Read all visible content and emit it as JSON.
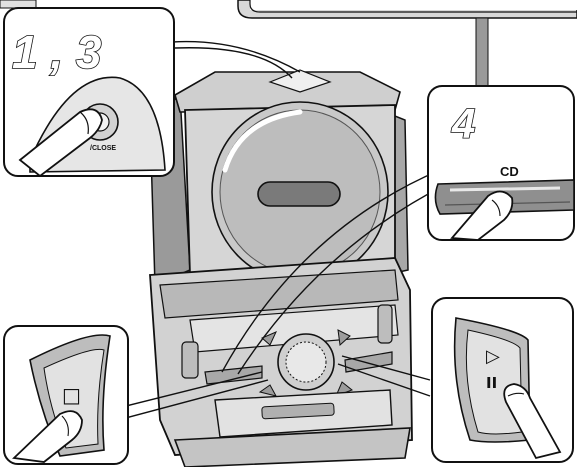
{
  "callouts": {
    "open_close": {
      "steps": "1 , 3",
      "button_label": "/CLOSE"
    },
    "cd_button": {
      "step": "4",
      "label": "CD"
    },
    "stop_button": {
      "symbol": "□"
    },
    "play_pause_button": {
      "play_symbol": "▷",
      "pause_symbol": "II"
    }
  },
  "colors": {
    "outline": "#111111",
    "fill_light": "#e6e6e6",
    "fill_mid": "#bdbdbd",
    "fill_dark": "#8f8f8f",
    "background": "#ffffff"
  }
}
